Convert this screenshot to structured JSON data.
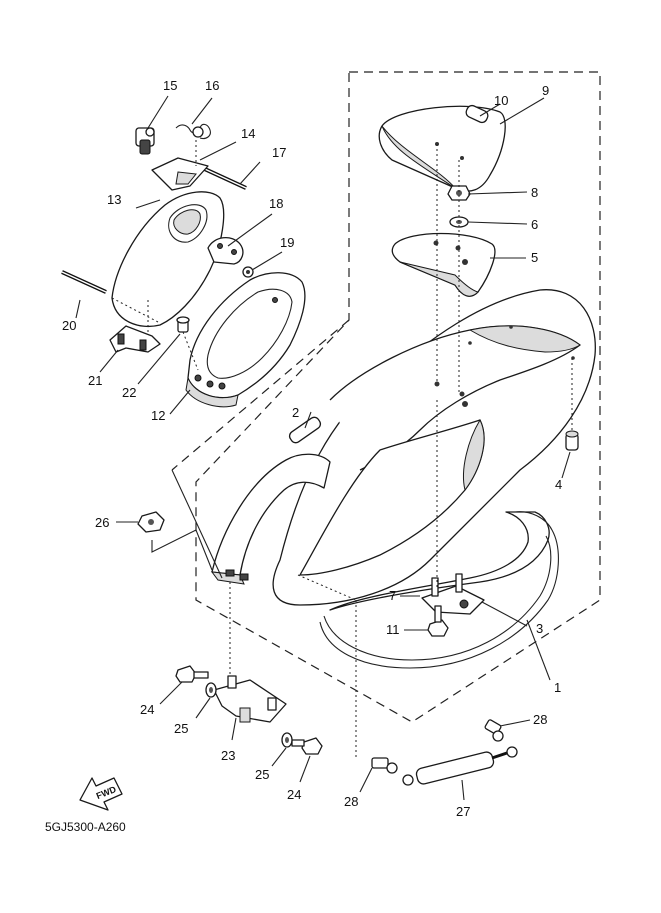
{
  "diagram_code": "5GJ5300-A260",
  "fwd_label": "FWD",
  "callouts": [
    {
      "id": "c1",
      "text": "1"
    },
    {
      "id": "c2",
      "text": "2"
    },
    {
      "id": "c3",
      "text": "3"
    },
    {
      "id": "c4",
      "text": "4"
    },
    {
      "id": "c5",
      "text": "5"
    },
    {
      "id": "c6",
      "text": "6"
    },
    {
      "id": "c7",
      "text": "7"
    },
    {
      "id": "c8",
      "text": "8"
    },
    {
      "id": "c9",
      "text": "9"
    },
    {
      "id": "c10",
      "text": "10"
    },
    {
      "id": "c11",
      "text": "11"
    },
    {
      "id": "c12",
      "text": "12"
    },
    {
      "id": "c13",
      "text": "13"
    },
    {
      "id": "c14",
      "text": "14"
    },
    {
      "id": "c15",
      "text": "15"
    },
    {
      "id": "c16",
      "text": "16"
    },
    {
      "id": "c17",
      "text": "17"
    },
    {
      "id": "c18",
      "text": "18"
    },
    {
      "id": "c19",
      "text": "19"
    },
    {
      "id": "c20",
      "text": "20"
    },
    {
      "id": "c21",
      "text": "21"
    },
    {
      "id": "c22",
      "text": "22"
    },
    {
      "id": "c23",
      "text": "23"
    },
    {
      "id": "c24a",
      "text": "24"
    },
    {
      "id": "c24b",
      "text": "24"
    },
    {
      "id": "c25a",
      "text": "25"
    },
    {
      "id": "c25b",
      "text": "25"
    },
    {
      "id": "c26",
      "text": "26"
    },
    {
      "id": "c27",
      "text": "27"
    },
    {
      "id": "c28a",
      "text": "28"
    },
    {
      "id": "c28b",
      "text": "28"
    }
  ]
}
